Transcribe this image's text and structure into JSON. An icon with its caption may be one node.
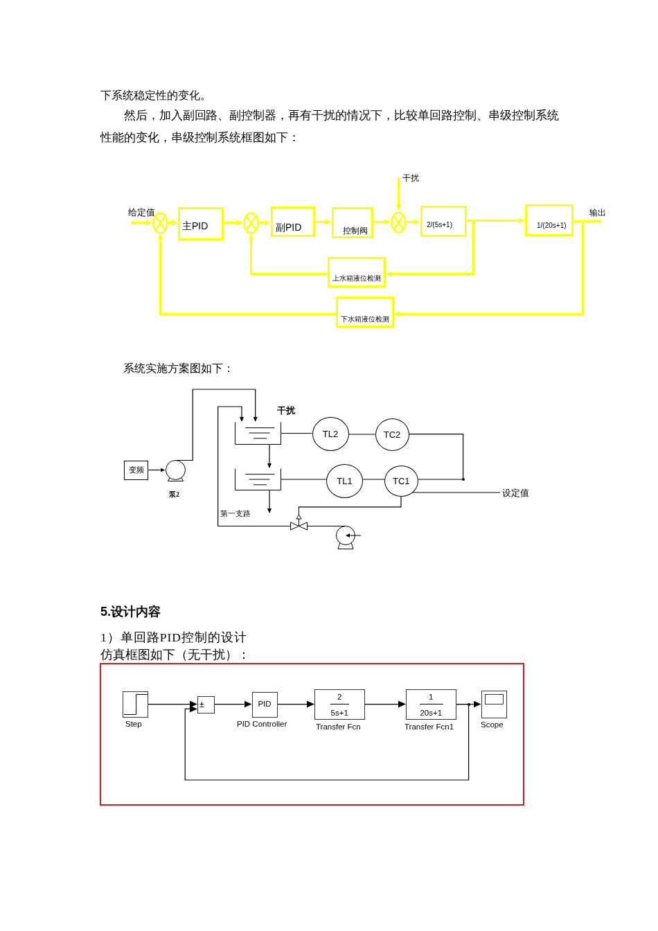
{
  "diagram": {
    "nodes": [
      {
        "text": [
          "给定值"
        ]
      },
      {
        "text": [],
        "shape": "circle"
      },
      {
        "text": [
          "主PID"
        ]
      },
      {
        "text": [],
        "shape": "circle"
      },
      {
        "text": [
          "副PID"
        ]
      },
      {
        "text": [
          "控制阀"
        ]
      },
      {
        "text": [],
        "shape": "circle"
      },
      {
        "text": [
          "干扰"
        ]
      },
      {
        "text": [
          "2/(5s+1)"
        ]
      },
      {
        "text": [
          "1/(20s+1)"
        ]
      },
      {
        "text": [
          "输出"
        ]
      },
      {
        "text": [
          "上水箱液位检测"
        ]
      },
      {
        "text": [
          "下水箱液位检测"
        ]
      },
      {
        "text": [],
        "shape": "picture",
        "beside": [
          "干扰"
        ]
      },
      {
        "text": [
          "TL2"
        ]
      },
      {
        "text": [
          "TC2"
        ]
      },
      {
        "text": [
          "变频"
        ]
      },
      {
        "text": [],
        "shape": "picture",
        "beside": [
          "泵2"
        ]
      },
      {
        "text": [],
        "shape": "picture"
      },
      {
        "text": [
          "TL1"
        ]
      },
      {
        "text": [
          "TC1"
        ]
      },
      {
        "text": [
          "设定值"
        ]
      },
      {
        "text": [],
        "shape": "picture"
      },
      {
        "text": [],
        "shape": "picture"
      },
      {
        "text": [],
        "shape": "box",
        "beside": [
          "Step"
        ]
      },
      {
        "text": [
          "±"
        ]
      },
      {
        "text": [
          "PID"
        ],
        "beside": [
          "PID Controller"
        ]
      },
      {
        "text": [
          "2",
          "5s+1"
        ],
        "beside": [
          "Transfer Fcn"
        ]
      },
      {
        "text": [
          "1",
          "20s+1"
        ],
        "beside": [
          "Transfer Fcn1"
        ]
      },
      {
        "text": [],
        "shape": "box",
        "beside": [
          "Scope"
        ]
      }
    ],
    "edges": [
      {
        "from": 0,
        "to": 1,
        "arrow": "to",
        "color": "#ffff00"
      },
      {
        "from": 1,
        "to": 2,
        "arrow": "to",
        "color": "#ffff00"
      },
      {
        "from": 2,
        "to": 3,
        "arrow": "to",
        "color": "#ffff00"
      },
      {
        "from": 3,
        "to": 4,
        "arrow": "to",
        "color": "#ffff00"
      },
      {
        "from": 4,
        "to": 5,
        "arrow": "to",
        "color": "#ffff00"
      },
      {
        "from": 5,
        "to": 6,
        "arrow": "to",
        "color": "#ffff00"
      },
      {
        "from": 7,
        "to": 6,
        "arrow": "to",
        "color": "#ffff00"
      },
      {
        "from": 6,
        "to": 8,
        "arrow": "to",
        "color": "#ffff00"
      },
      {
        "from": 8,
        "to": 9,
        "arrow": "to",
        "color": "#ffff00"
      },
      {
        "from": 9,
        "to": 10,
        "arrow": "none",
        "color": "#ffff00"
      },
      {
        "from": 8,
        "to": 11,
        "arrow": "to",
        "color": "#ffff00"
      },
      {
        "from": 11,
        "to": 3,
        "arrow": "to",
        "color": "#ffff00"
      },
      {
        "from": 9,
        "to": 12,
        "arrow": "to",
        "color": "#ffff00"
      },
      {
        "from": 12,
        "to": 1,
        "arrow": "to",
        "color": "#ffff00"
      },
      {
        "from": 16,
        "to": 17,
        "arrow": "to"
      },
      {
        "from": 17,
        "to": 13,
        "arrow": "to"
      },
      {
        "from": 13,
        "to": 18,
        "arrow": "to"
      },
      {
        "from": 18,
        "to": null,
        "arrow": "to"
      },
      {
        "from": 22,
        "to": 13,
        "arrow": "to",
        "label": "第一支路"
      },
      {
        "from": 23,
        "to": 22,
        "arrow": "none"
      },
      {
        "from": 13,
        "to": 14,
        "arrow": "none"
      },
      {
        "from": 14,
        "to": 15,
        "arrow": "none"
      },
      {
        "from": 15,
        "to": 20,
        "arrow": "none"
      },
      {
        "from": 18,
        "to": 19,
        "arrow": "none"
      },
      {
        "from": 19,
        "to": 20,
        "arrow": "none"
      },
      {
        "from": 20,
        "to": 21,
        "arrow": "none"
      },
      {
        "from": 20,
        "to": 22,
        "arrow": "none"
      },
      {
        "from": 24,
        "to": 25,
        "arrow": "to"
      },
      {
        "from": 25,
        "to": 26,
        "arrow": "to"
      },
      {
        "from": 26,
        "to": 27,
        "arrow": "to"
      },
      {
        "from": 27,
        "to": 28,
        "arrow": "to"
      },
      {
        "from": 28,
        "to": 29,
        "arrow": "to"
      },
      {
        "from": 28,
        "to": 25,
        "arrow": "to"
      }
    ],
    "labels": [
      "下系统稳定性的变化。",
      "然后，加入副回路、副控制器，再有干扰的情况下，比较单回路控制、串级控制系统性能的变化，串级控制系统框图如下：",
      "系统实施方案图如下：",
      "5.设计内容",
      "1）单回路PID控制的设计",
      "仿真框图如下（无干扰）："
    ]
  }
}
